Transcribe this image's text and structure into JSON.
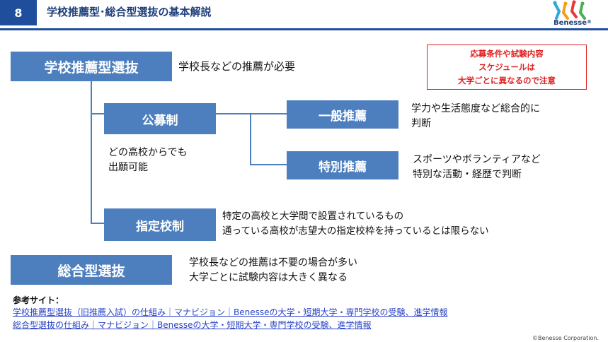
{
  "header": {
    "slide_number": "8",
    "title": "学校推薦型･総合型選抜の基本解説",
    "logo_text": "Benesse",
    "logo_mark": "®"
  },
  "notice": {
    "lines": [
      "応募条件や試験内容",
      "スケジュールは",
      "大学ごとに異なるので注意"
    ],
    "color": "#e02020"
  },
  "diagram": {
    "box_color": "#4d7fbe",
    "school_recommendation": {
      "label": "学校推薦型選抜",
      "desc": "学校長などの推薦が必要"
    },
    "open_recruitment": {
      "label": "公募制",
      "desc_lines": [
        "どの高校からでも",
        "出願可能"
      ]
    },
    "general_recommendation": {
      "label": "一般推薦",
      "desc_lines": [
        "学力や生活態度など総合的に",
        "判断"
      ]
    },
    "special_recommendation": {
      "label": "特別推薦",
      "desc_lines": [
        "スポーツやボランティアなど",
        "特別な活動・経歴で判断"
      ]
    },
    "designated_school": {
      "label": "指定校制",
      "desc_lines": [
        "特定の高校と大学間で設置されているもの",
        "通っている高校が志望大の指定校枠を持っているとは限らない"
      ]
    },
    "comprehensive": {
      "label": "総合型選抜",
      "desc_lines": [
        "学校長などの推薦は不要の場合が多い",
        "大学ごとに試験内容は大きく異なる"
      ]
    }
  },
  "references": {
    "label": "参考サイト：",
    "links": [
      "学校推薦型選抜（旧推薦入試）の仕組み｜マナビジョン｜Benesseの大学・短期大学・専門学校の受験、進学情報",
      "総合型選抜の仕組み｜マナビジョン｜Benesseの大学・短期大学・専門学校の受験、進学情報"
    ],
    "link_color": "#2a44c8"
  },
  "footer": {
    "copyright": "©Benesse Corporation."
  }
}
